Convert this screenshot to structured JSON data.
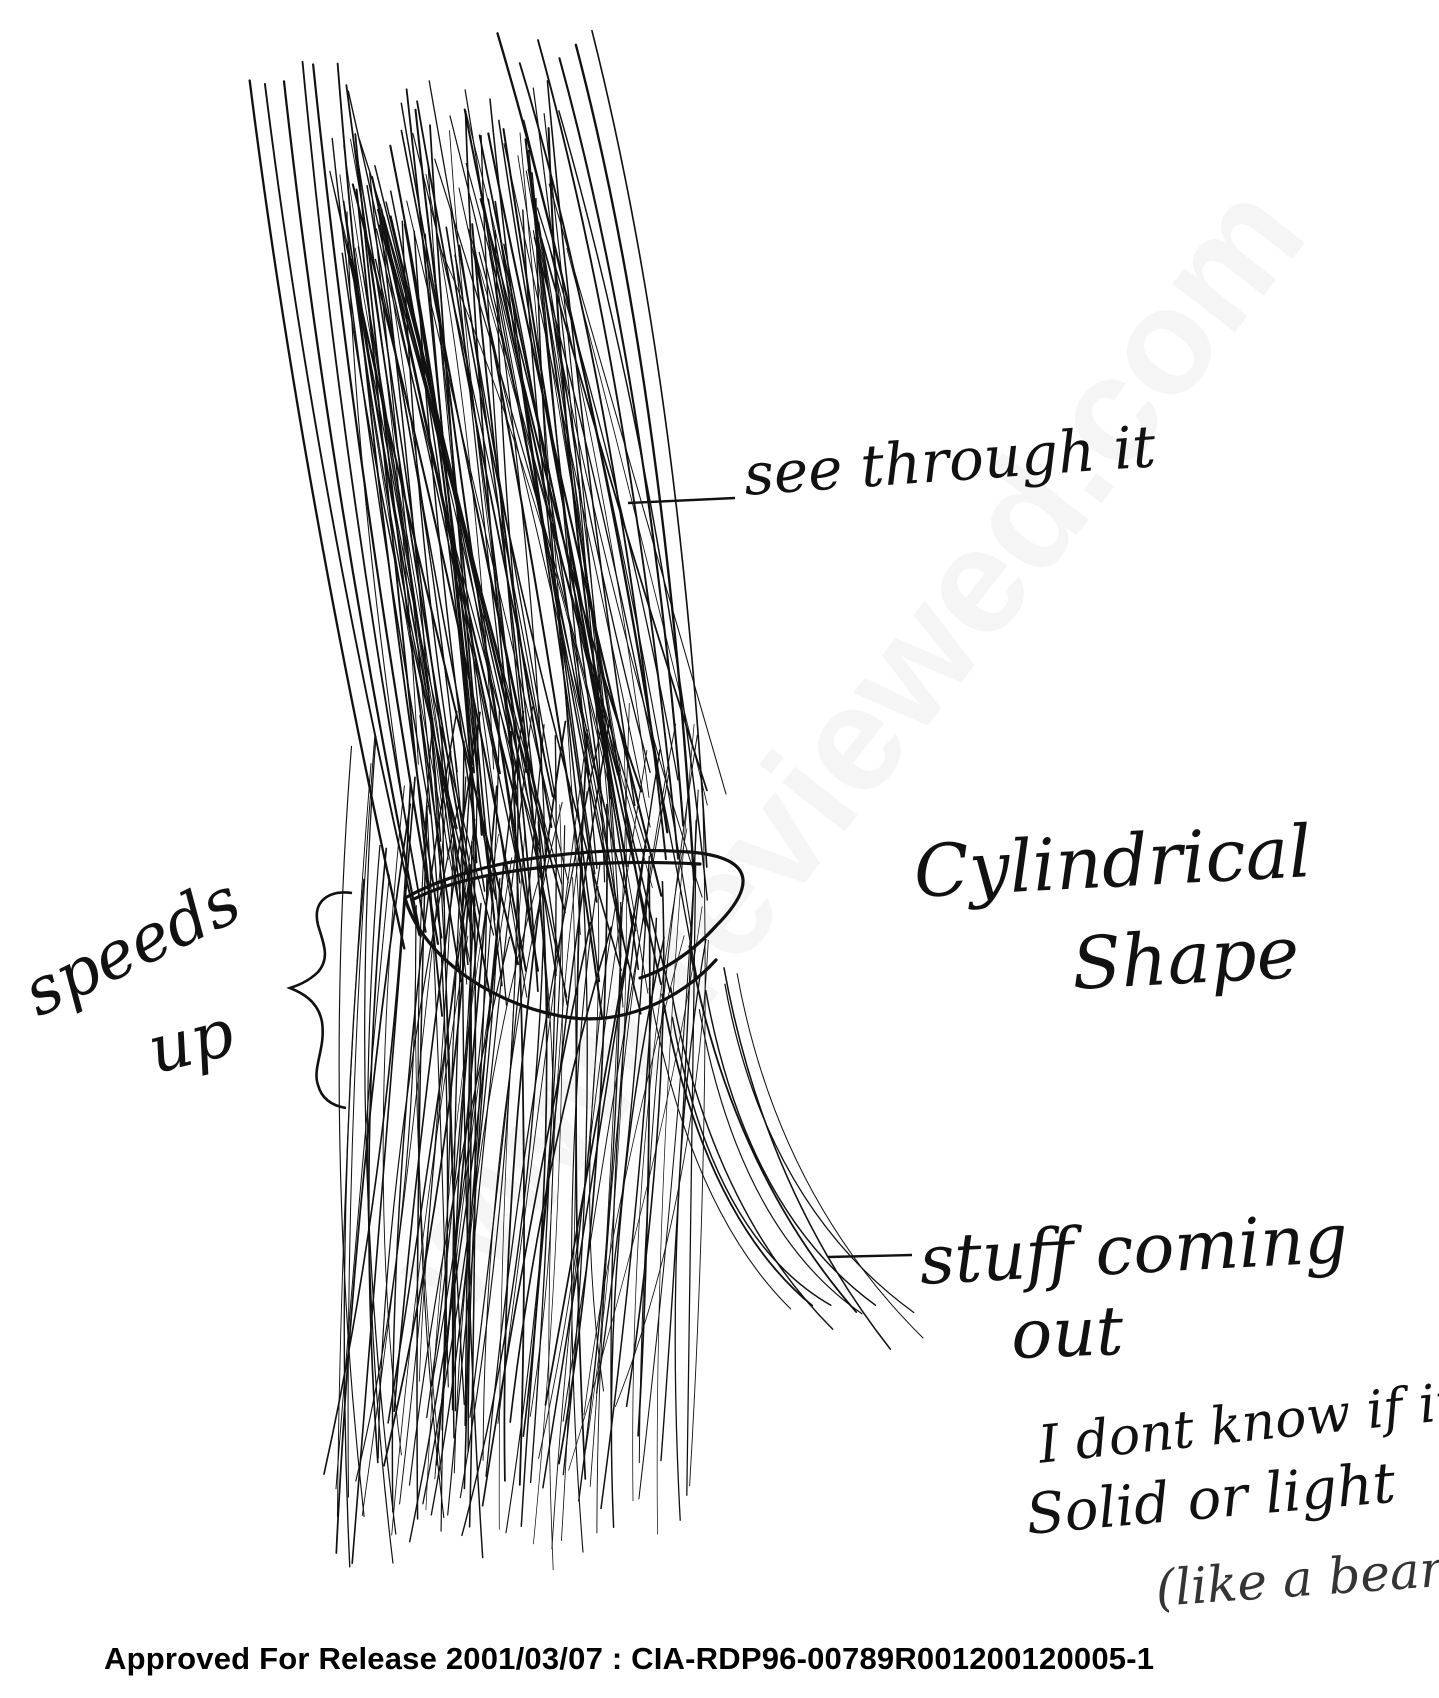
{
  "annotations": {
    "see_through": "see through it",
    "cylindrical_line1": "Cylindrical",
    "cylindrical_line2": "Shape",
    "speeds_line1": "speeds",
    "speeds_line2": "up",
    "stuff_line1": "stuff coming",
    "stuff_line2": "out",
    "note_line1": "I dont know if its",
    "note_line2": "Solid or light",
    "note_line3": "(like a beam)"
  },
  "footer": {
    "release_stamp": "Approved For Release 2001/03/07 : CIA-RDP96-00789R001200120005-1"
  },
  "watermark": {
    "text": "www.reviewed.com"
  },
  "colors": {
    "ink": "#111111",
    "paper": "#ffffff"
  }
}
